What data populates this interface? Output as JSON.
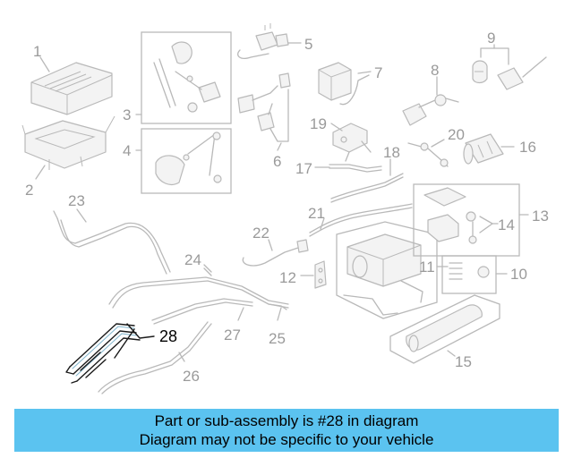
{
  "diagram": {
    "part_numbers": [
      "1",
      "2",
      "3",
      "4",
      "5",
      "6",
      "7",
      "8",
      "9",
      "10",
      "11",
      "12",
      "13",
      "14",
      "15",
      "16",
      "17",
      "18",
      "19",
      "20",
      "21",
      "22",
      "23",
      "24",
      "25",
      "26",
      "27"
    ],
    "highlighted_part": "28"
  },
  "footer": {
    "line1": "Part or sub-assembly is #28 in diagram",
    "line2": "Diagram may not be specific to your vehicle"
  },
  "colors": {
    "banner": "#5bc3f0",
    "highlight": "#1a1a1a",
    "parts": "#b9b9b9"
  }
}
